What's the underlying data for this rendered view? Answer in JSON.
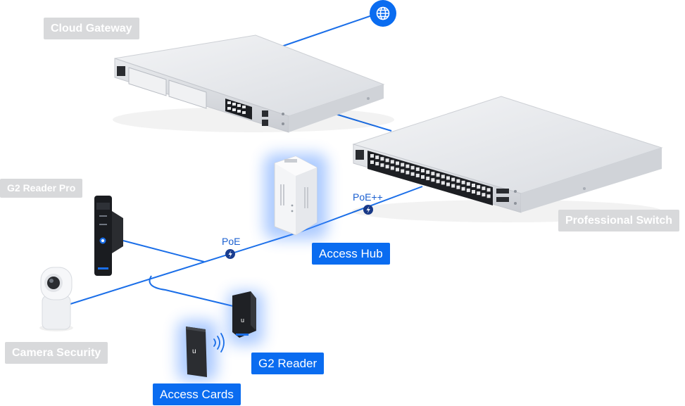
{
  "labels": {
    "cloud_gateway": "Cloud Gateway",
    "professional_switch": "Professional Switch",
    "g2_reader_pro": "G2 Reader Pro",
    "camera_security": "Camera Security",
    "access_hub": "Access Hub",
    "g2_reader": "G2 Reader",
    "access_cards": "Access Cards"
  },
  "power_labels": {
    "poe": "PoE",
    "poe_plus_plus": "PoE++"
  },
  "icons": {
    "internet": "globe-icon",
    "power": "lightning-bolt-icon",
    "wireless": "nfc-waves-icon"
  },
  "colors": {
    "accent_blue": "#0a6cf0",
    "link_blue": "#1a6ee8",
    "tag_gray": "#d8d9db",
    "device_silver": "#e4e6ea",
    "device_black": "#1e2024"
  }
}
